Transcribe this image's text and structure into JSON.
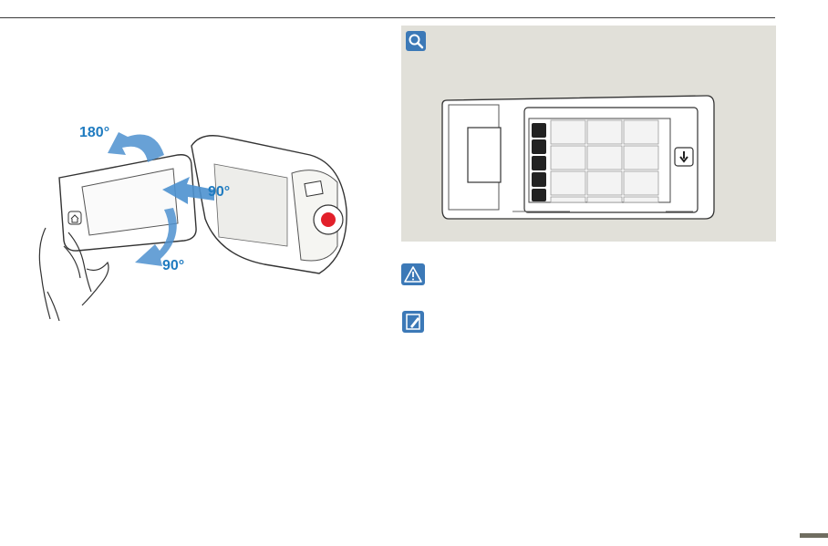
{
  "illustration": {
    "rotation_labels": [
      "180°",
      "90°",
      "90°"
    ]
  },
  "colors": {
    "accent_blue": "#1f7bc0",
    "arrow_blue": "#4d91cf",
    "panel_bg": "#e1e0d9",
    "icon_blue": "#3c79b7",
    "record_red": "#e2202a"
  },
  "icons": {
    "tip": "magnifier-icon",
    "caution": "warning-triangle-icon",
    "note": "note-pencil-icon"
  }
}
